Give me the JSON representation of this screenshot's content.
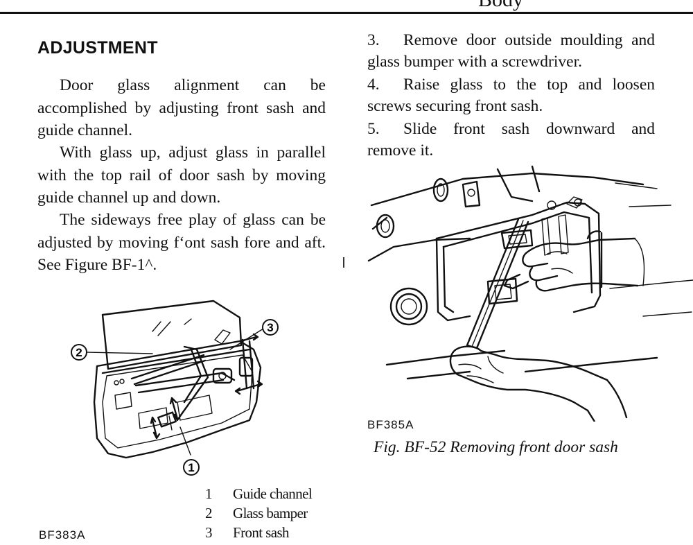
{
  "running_head": "Body",
  "left_column": {
    "heading": "ADJUSTMENT",
    "paragraphs": [
      "Door glass alignment can be accomplished by adjusting front sash and guide channel.",
      "With glass up, adjust glass in parallel with the top rail of door sash by moving guide channel up and down.",
      "The sideways free play of glass can be adjusted by moving fʻont sash fore and aft. See Figure BF-1^."
    ],
    "figure_code": "BF383A",
    "callouts": [
      "1",
      "2",
      "3"
    ],
    "legend": [
      {
        "num": "1",
        "label": "Guide channel"
      },
      {
        "num": "2",
        "label": "Glass bamper"
      },
      {
        "num": "3",
        "label": "Front sash"
      }
    ]
  },
  "right_column": {
    "steps": [
      {
        "num": "3.",
        "text": "Remove door outside moulding and glass bumper with a screwdriver."
      },
      {
        "num": "4.",
        "text": "Raise glass to the top and loosen screws securing front sash."
      },
      {
        "num": "5.",
        "text": "Slide front sash downward and remove it."
      }
    ],
    "figure_code": "BF385A",
    "caption": "Fig. BF-52  Removing front door sash"
  }
}
